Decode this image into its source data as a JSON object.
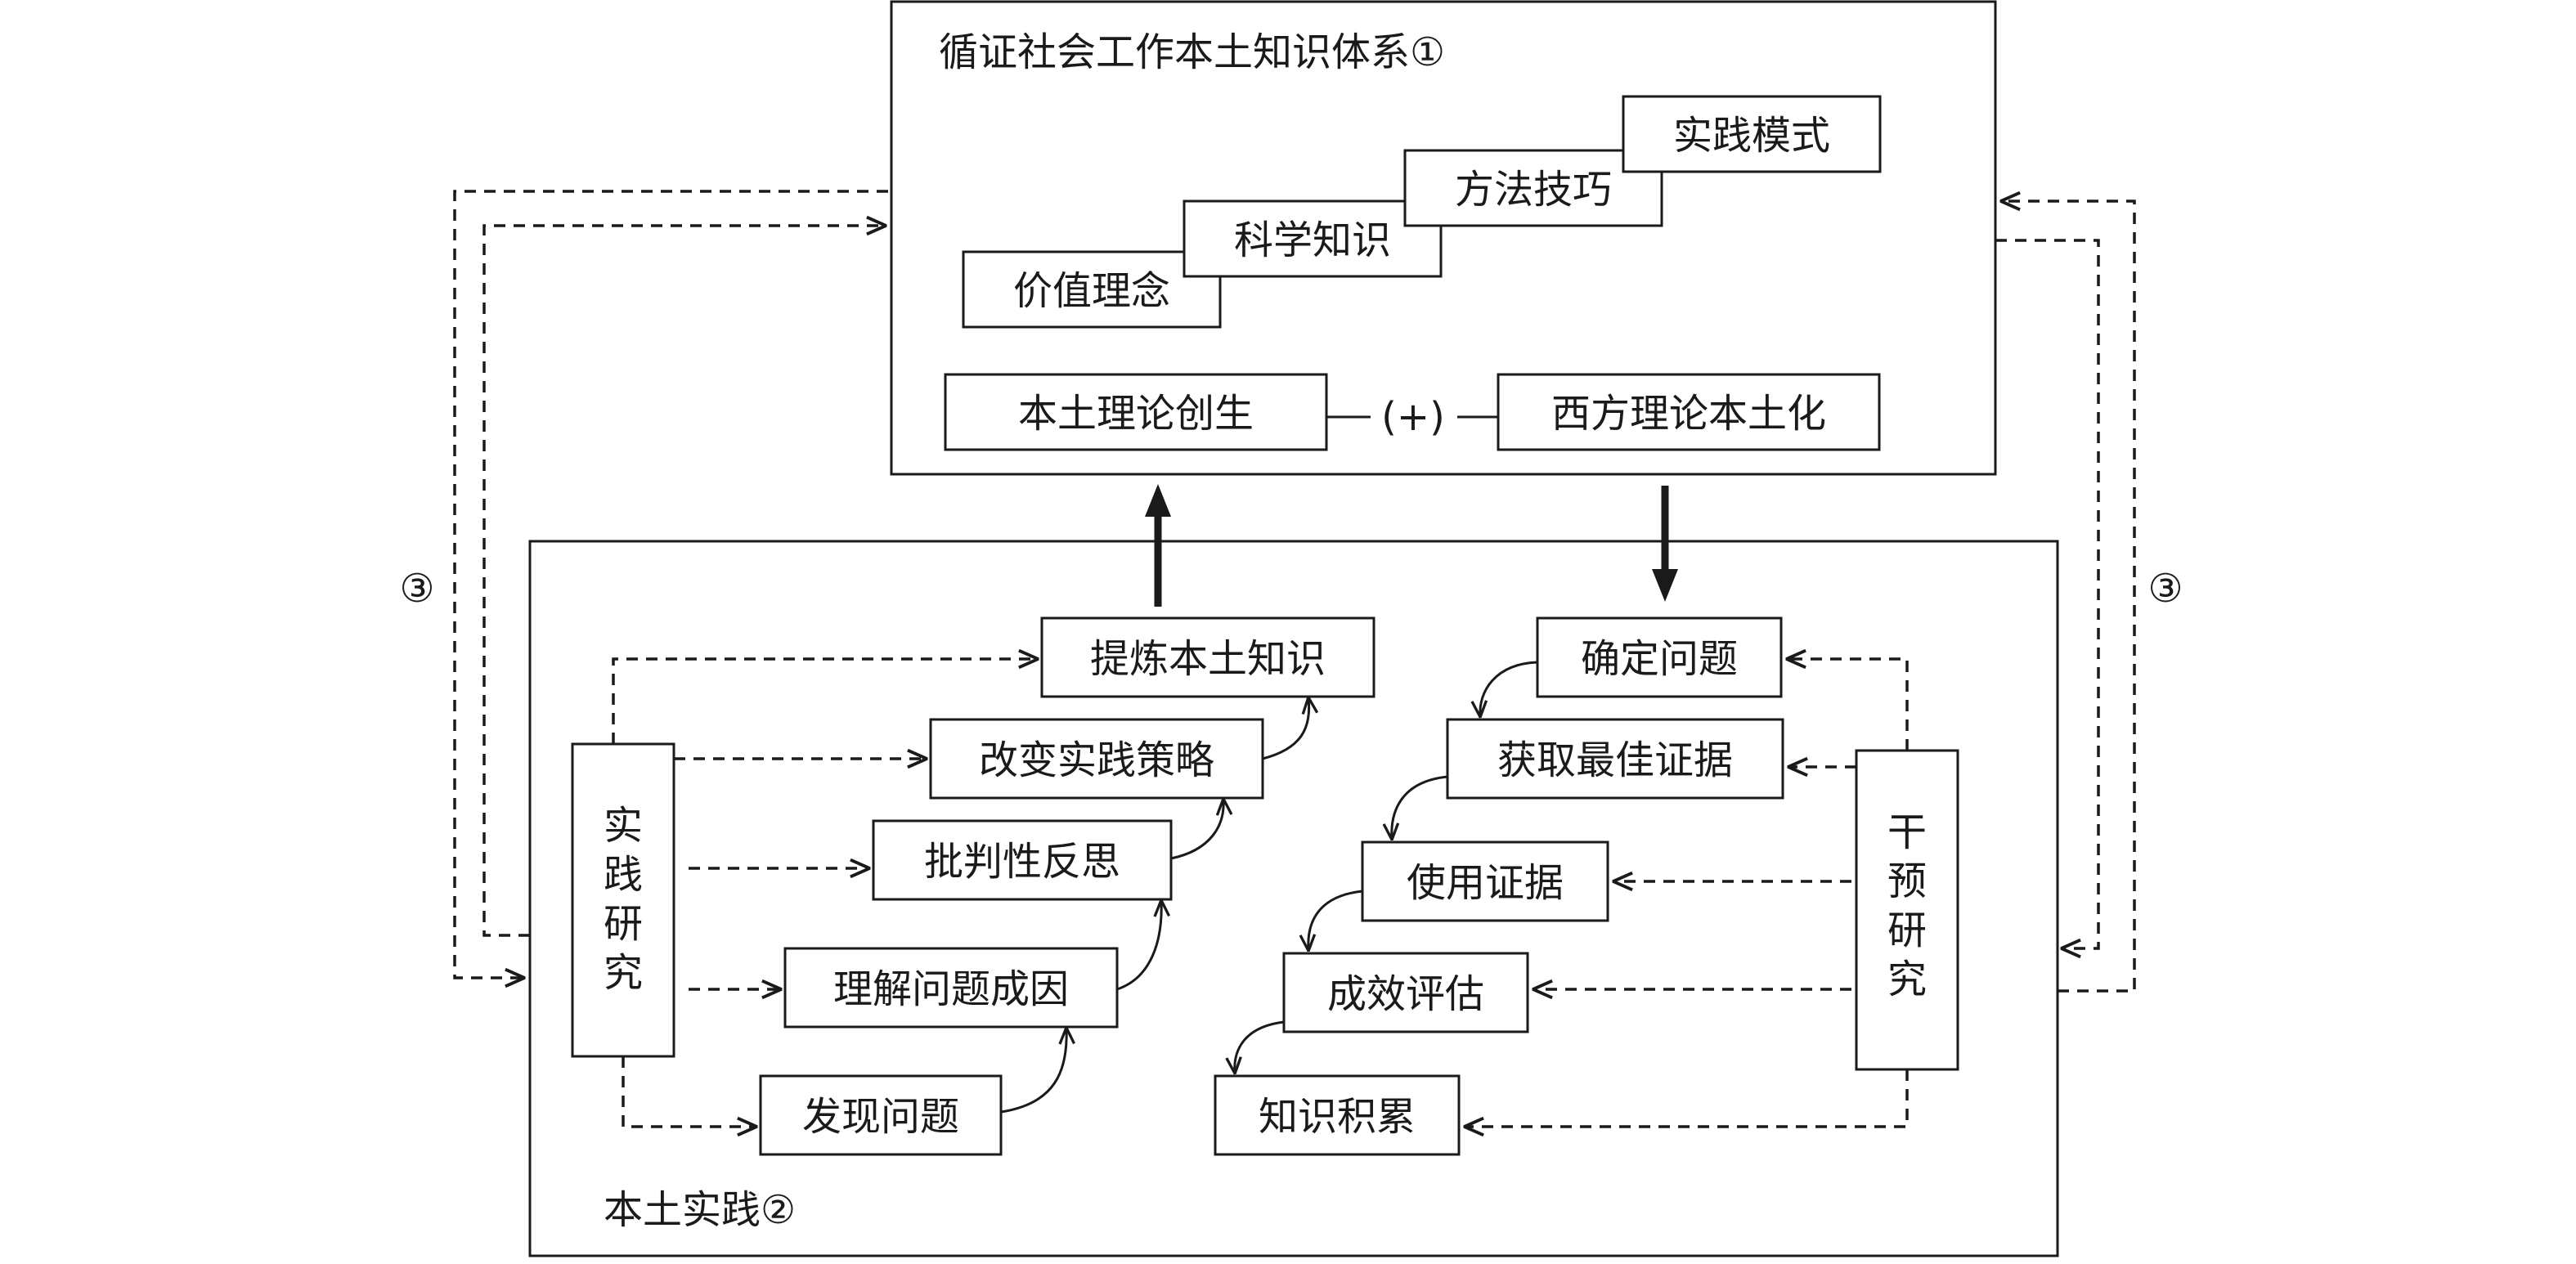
{
  "top_panel": {
    "title": "循证社会工作本土知识体系①",
    "steps": [
      "价值理念",
      "科学知识",
      "方法技巧",
      "实践模式"
    ],
    "theory_left": "本土理论创生",
    "plus": "(+)",
    "theory_right": "西方理论本土化"
  },
  "bottom_panel": {
    "title": "本土实践②",
    "practice_research": [
      "实",
      "践",
      "研",
      "究"
    ],
    "practice_steps": [
      "提炼本土知识",
      "改变实践策略",
      "批判性反思",
      "理解问题成因",
      "发现问题"
    ],
    "intervention_research": [
      "干",
      "预",
      "研",
      "究"
    ],
    "intervention_steps": [
      "确定问题",
      "获取最佳证据",
      "使用证据",
      "成效评估",
      "知识积累"
    ]
  },
  "loops": {
    "left": "③",
    "right": "③"
  }
}
